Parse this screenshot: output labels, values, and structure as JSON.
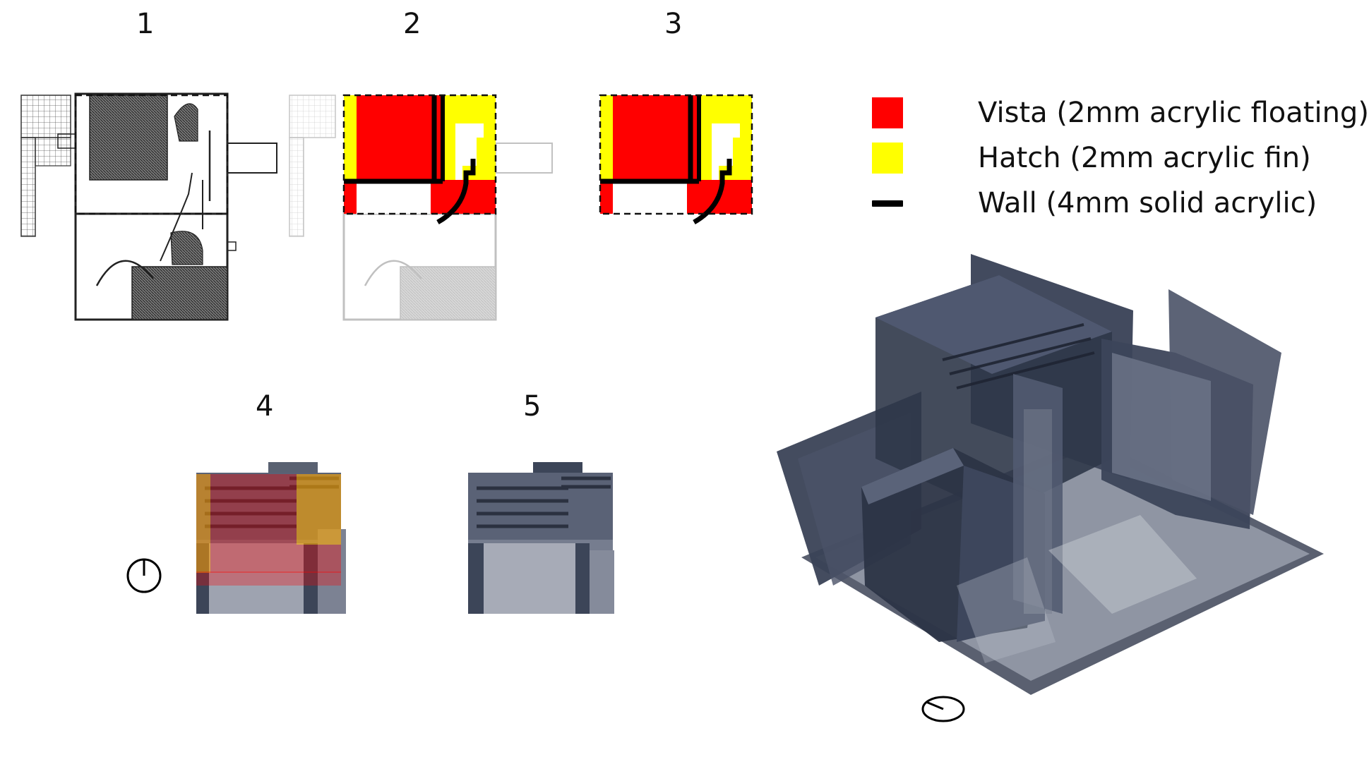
{
  "panel_labels": [
    "1",
    "2",
    "3",
    "4",
    "5"
  ],
  "legend": [
    {
      "label": "Vista (2mm acrylic floating)",
      "symbol": "red-square",
      "color": "#ff0000"
    },
    {
      "label": "Hatch (2mm acrylic fin)",
      "symbol": "yellow-square",
      "color": "#ffff00"
    },
    {
      "label": "Wall (4mm solid acrylic)",
      "symbol": "black-line",
      "color": "#000000"
    }
  ],
  "colors": {
    "vista": "#ff0000",
    "hatch": "#ffff00",
    "wall": "#000000",
    "acrylic_model": "#3c4558"
  },
  "icons": [
    "north-arrow-icon",
    "north-arrow-icon"
  ]
}
